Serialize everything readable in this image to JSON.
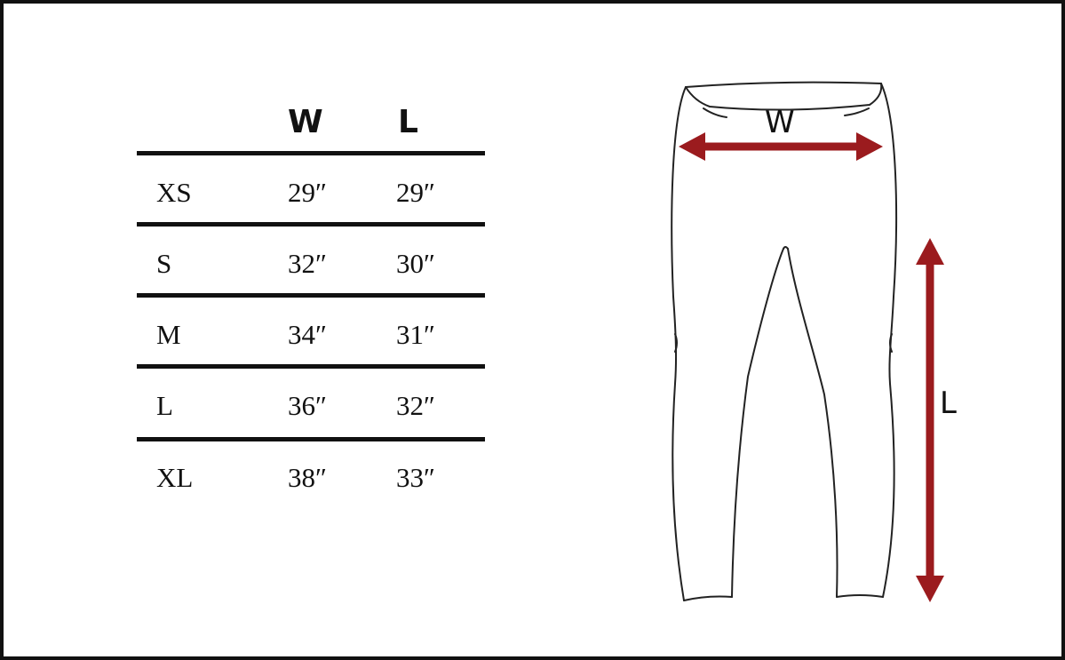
{
  "table": {
    "columns": [
      "W",
      "L"
    ],
    "rows": [
      {
        "size": "XS",
        "w": "29″",
        "l": "29″"
      },
      {
        "size": "S",
        "w": "32″",
        "l": "30″"
      },
      {
        "size": "M",
        "w": "34″",
        "l": "31″"
      },
      {
        "size": "L",
        "w": "36″",
        "l": "32″"
      },
      {
        "size": "XL",
        "w": "38″",
        "l": "33″"
      }
    ]
  },
  "diagram": {
    "waist_label": "W",
    "length_label": "L",
    "arrow_color": "#9b1b1e",
    "outline_color": "#222222",
    "icon": "pants-outline"
  }
}
